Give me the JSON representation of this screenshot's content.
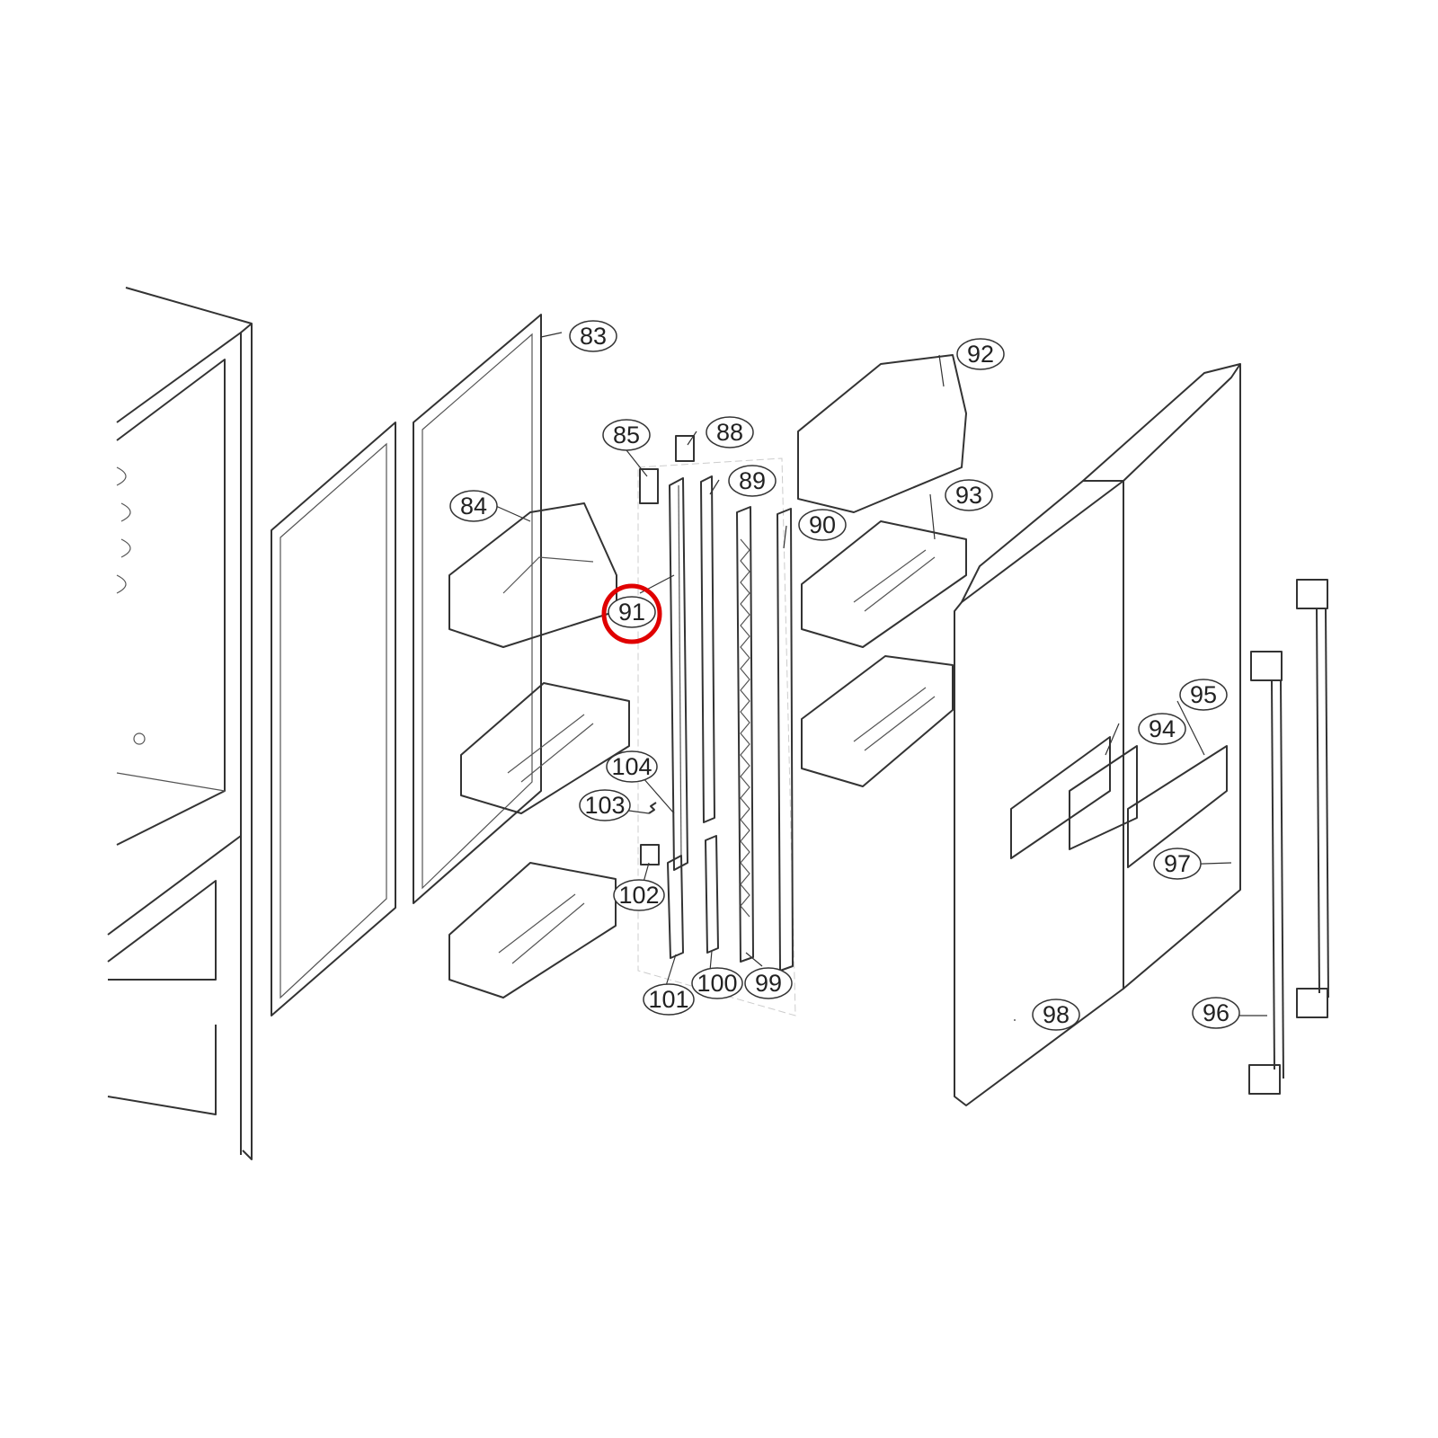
{
  "diagram": {
    "type": "exploded-parts-diagram",
    "highlighted_part": "91",
    "highlight_color": "#e00000",
    "callouts": [
      "83",
      "84",
      "85",
      "88",
      "89",
      "90",
      "91",
      "92",
      "93",
      "94",
      "95",
      "96",
      "97",
      "98",
      "99",
      "100",
      "101",
      "102",
      "103",
      "104"
    ]
  }
}
